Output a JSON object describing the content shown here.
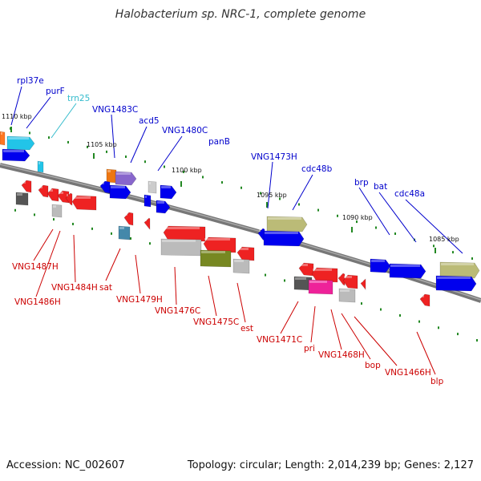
{
  "title": "Halobacterium sp. NRC-1, complete genome",
  "footer": {
    "accession": "Accession: NC_002607",
    "summary": "Topology: circular; Length: 2,014,239 bp; Genes: 2,127"
  },
  "colors": {
    "backbone": "#7a7a7a",
    "forward_label": "#0000cc",
    "reverse_label": "#cc0000",
    "rna_label": "#33bbcc",
    "tick": "#228822"
  },
  "scale_labels": [
    "1110 kbp",
    "1105 kbp",
    "1100 kbp",
    "1095 kbp",
    "1090 kbp",
    "1085 kbp"
  ],
  "forward_gene_labels": [
    "rpl37e",
    "purF",
    "VNG1483C",
    "acd5",
    "VNG1480C",
    "panB",
    "VNG1473H",
    "cdc48b",
    "brp",
    "bat",
    "cdc48a"
  ],
  "rna_gene_labels": [
    "trn25"
  ],
  "reverse_gene_labels": [
    "VNG1487H",
    "VNG1486H",
    "VNG1484H",
    "sat",
    "VNG1479H",
    "VNG1476C",
    "VNG1475C",
    "est",
    "VNG1471C",
    "pri",
    "VNG1468H",
    "bop",
    "VNG1466H",
    "blp"
  ]
}
